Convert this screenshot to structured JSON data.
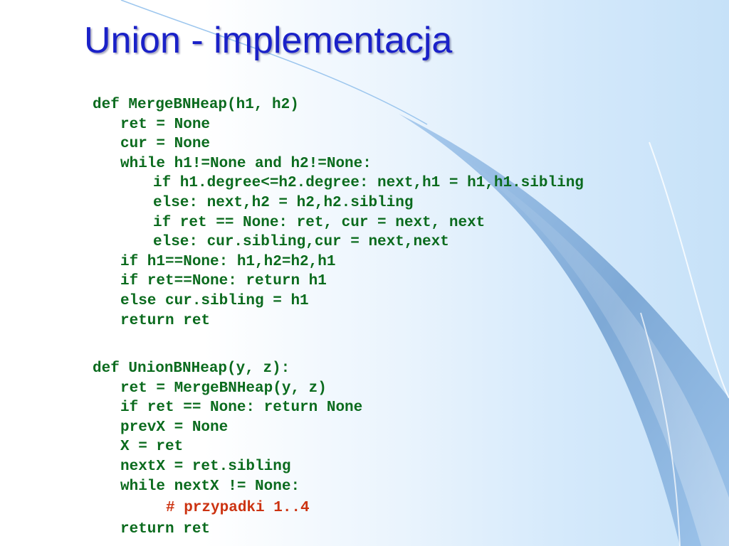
{
  "slide": {
    "title": "Union - implementacja",
    "colors": {
      "title": "#1a21c8",
      "code": "#0b6b1e",
      "comment": "#cc3311",
      "background_accent": "#8fb8e0"
    }
  },
  "code_merge": {
    "lines": [
      "def MergeBNHeap(h1, h2)",
      "ret = None",
      "cur = None",
      "while h1!=None and h2!=None:",
      "if h1.degree<=h2.degree: next,h1 = h1,h1.sibling",
      "else: next,h2 = h2,h2.sibling",
      "if ret == None: ret, cur = next, next",
      "else: cur.sibling,cur = next,next",
      "if h1==None: h1,h2=h2,h1",
      "if ret==None: return h1",
      "else cur.sibling = h1",
      "return ret"
    ]
  },
  "code_union": {
    "lines": [
      "def UnionBNHeap(y, z):",
      "ret = MergeBNHeap(y, z)",
      "if ret == None: return None",
      "prevX = None",
      "X = ret",
      "nextX = ret.sibling",
      "while nextX != None:",
      "# przypadki 1..4",
      "return ret"
    ]
  }
}
